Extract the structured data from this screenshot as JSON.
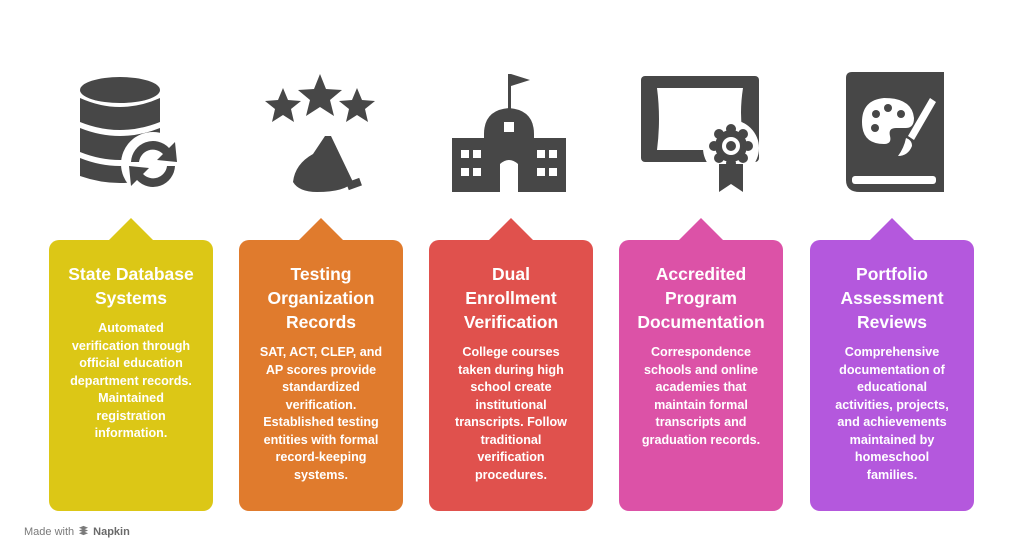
{
  "colors": {
    "icon": "#474747",
    "card1": "#dcc716",
    "card2": "#e07b2d",
    "card3": "#e0514d",
    "card4": "#dc52a7",
    "card5": "#b458dd"
  },
  "cards": [
    {
      "icon": "database-sync-icon",
      "title": "State Database\nSystems",
      "desc": "Automated\nverification through\nofficial education\ndepartment records.\nMaintained\nregistration\ninformation."
    },
    {
      "icon": "stars-award-icon",
      "title": "Testing\nOrganization\nRecords",
      "desc": "SAT, ACT, CLEP, and\nAP scores provide\nstandardized\nverification.\nEstablished testing\nentities with formal\nrecord-keeping\nsystems."
    },
    {
      "icon": "school-building-icon",
      "title": "Dual\nEnrollment\nVerification",
      "desc": "College courses\ntaken during high\nschool create\ninstitutional\ntranscripts. Follow\ntraditional\nverification\nprocedures."
    },
    {
      "icon": "certificate-icon",
      "title": "Accredited\nProgram\nDocumentation",
      "desc": "Correspondence\nschools and online\nacademies that\nmaintain formal\ntranscripts and\ngraduation records."
    },
    {
      "icon": "art-portfolio-icon",
      "title": "Portfolio\nAssessment\nReviews",
      "desc": "Comprehensive\ndocumentation of\neducational\nactivities, projects,\nand achievements\nmaintained by\nhomeschool\nfamilies."
    }
  ],
  "footer": {
    "made_with": "Made with",
    "brand": "Napkin",
    "icon": "napkin-logo-icon"
  }
}
